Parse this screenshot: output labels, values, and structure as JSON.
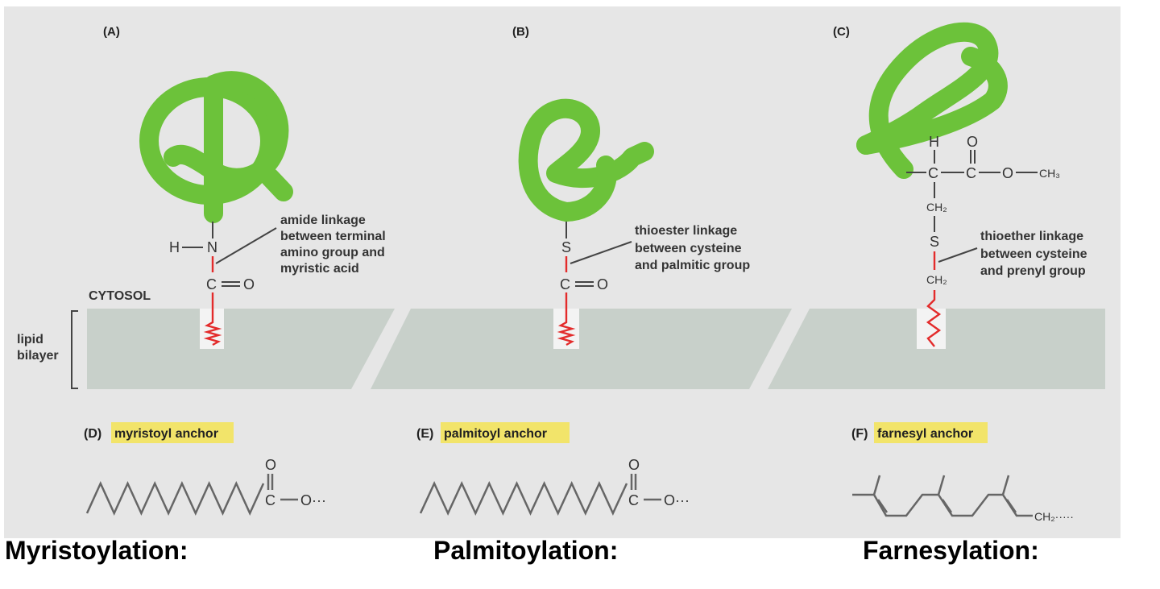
{
  "panels": {
    "a": {
      "letter": "(A)",
      "note": [
        "amide linkage",
        "between terminal",
        "amino group and",
        "myristic acid"
      ]
    },
    "b": {
      "letter": "(B)",
      "note": [
        "thioester linkage",
        "between cysteine",
        "and palmitic group"
      ]
    },
    "c": {
      "letter": "(C)",
      "note": [
        "thioether linkage",
        "between cysteine",
        "and prenyl group"
      ]
    }
  },
  "labels": {
    "cytosol": "CYTOSOL",
    "lipid": "lipid",
    "bilayer": "bilayer"
  },
  "chem": {
    "H": "H",
    "N": "N",
    "C": "C",
    "O": "O",
    "S": "S",
    "CH3": "CH₃",
    "CH2": "CH₂",
    "CH2_dots": "CH₂·····",
    "O_dots": "O···",
    "dash": "—",
    "double": "="
  },
  "anchors": {
    "d": {
      "letter": "(D)",
      "name": "myristoyl anchor"
    },
    "e": {
      "letter": "(E)",
      "name": "palmitoyl anchor"
    },
    "f": {
      "letter": "(F)",
      "name": "farnesyl anchor"
    }
  },
  "captions": {
    "myristoylation": "Myristoylation:",
    "palmitoylation": "Palmitoylation:",
    "farnesylation": "Farnesylation:"
  },
  "colors": {
    "background": "#e6e6e6",
    "membrane": "#c8d0ca",
    "protein": "#6cc23a",
    "lipid_chain": "#e32b2b",
    "highlight": "#f2e46a"
  }
}
